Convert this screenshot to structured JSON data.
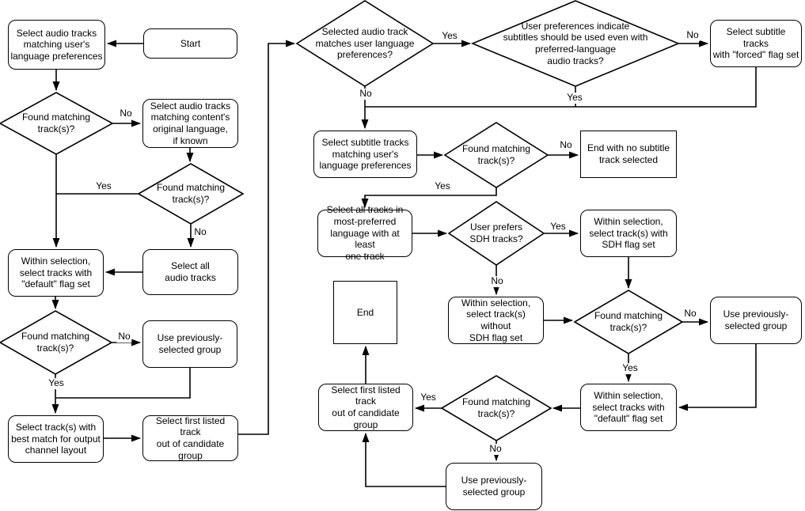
{
  "diagram": {
    "description": "Flowchart for selecting audio and subtitle tracks based on user language preferences",
    "colors": {
      "stroke": "#000000",
      "background": "#ffffff",
      "text": "#000000"
    },
    "nodes": {
      "start": {
        "label": "Start",
        "shape": "rounded-rect"
      },
      "sel_audio_user_lang": {
        "label": "Select audio tracks\nmatching user's\nlanguage preferences",
        "shape": "rounded-rect"
      },
      "found_d1": {
        "label": "Found matching\ntrack(s)?",
        "shape": "diamond"
      },
      "sel_audio_orig_lang": {
        "label": "Select audio tracks\nmatching content's\noriginal language,\nif known",
        "shape": "rounded-rect"
      },
      "found_d2": {
        "label": "Found matching\ntrack(s)?",
        "shape": "diamond"
      },
      "within_default_left": {
        "label": "Within selection,\nselect tracks with\n\"default\" flag set",
        "shape": "rounded-rect"
      },
      "select_all_audio": {
        "label": "Select all\naudio tracks",
        "shape": "rounded-rect"
      },
      "found_d3": {
        "label": "Found matching\ntrack(s)?",
        "shape": "diamond"
      },
      "use_prev_left": {
        "label": "Use previously-\nselected group",
        "shape": "rounded-rect"
      },
      "best_match_output": {
        "label": "Select track(s) with\nbest match for output\nchannel layout",
        "shape": "rounded-rect"
      },
      "first_listed_left": {
        "label": "Select first listed track\nout of candidate\ngroup",
        "shape": "rounded-rect"
      },
      "audio_matches_pref": {
        "label": "Selected audio track\nmatches user language\npreferences?",
        "shape": "diamond"
      },
      "prefs_subtitles": {
        "label": "User preferences indicate\nsubtitles should be used even with\npreferred-language\naudio tracks?",
        "shape": "diamond"
      },
      "forced_flag": {
        "label": "Select subtitle tracks\nwith \"forced\" flag set",
        "shape": "rounded-rect"
      },
      "sel_sub_user_lang": {
        "label": "Select subtitle tracks\nmatching user's\nlanguage preferences",
        "shape": "rounded-rect"
      },
      "found_d6": {
        "label": "Found matching\ntrack(s)?",
        "shape": "diamond"
      },
      "end_no_subtitle": {
        "label": "End with no subtitle\ntrack selected",
        "shape": "rect"
      },
      "sel_all_most_pref": {
        "label": "Select all tracks in\nmost-preferred\nlanguage with at least\none track",
        "shape": "rounded-rect"
      },
      "user_prefers_sdh": {
        "label": "User prefers\nSDH tracks?",
        "shape": "diamond"
      },
      "within_sdh": {
        "label": "Within selection,\nselect track(s) with\nSDH flag set",
        "shape": "rounded-rect"
      },
      "end": {
        "label": "End",
        "shape": "rect"
      },
      "without_sdh": {
        "label": "Within selection,\nselect track(s) without\nSDH flag set",
        "shape": "rounded-rect"
      },
      "found_d8": {
        "label": "Found matching\ntrack(s)?",
        "shape": "diamond"
      },
      "use_prev_right_top": {
        "label": "Use previously-\nselected group",
        "shape": "rounded-rect"
      },
      "within_default_right": {
        "label": "Within selection,\nselect tracks with\n\"default\" flag set",
        "shape": "rounded-rect"
      },
      "found_d9": {
        "label": "Found matching\ntrack(s)?",
        "shape": "diamond"
      },
      "first_listed_right": {
        "label": "Select first listed track\nout of candidate\ngroup",
        "shape": "rounded-rect"
      },
      "use_prev_bottom": {
        "label": "Use previously-\nselected group",
        "shape": "rounded-rect"
      }
    },
    "edge_labels": {
      "d1_no": "No",
      "d2_yes": "Yes",
      "d2_no": "No",
      "d3_no": "No",
      "d3_yes": "Yes",
      "d4_yes": "Yes",
      "d4_no": "No",
      "d5_no": "No",
      "d5_yes": "Yes",
      "d6_no": "No",
      "d6_yes": "Yes",
      "d7_yes": "Yes",
      "d7_no": "No",
      "d8_no": "No",
      "d8_yes": "Yes",
      "d9_yes": "Yes",
      "d9_no": "No"
    }
  }
}
